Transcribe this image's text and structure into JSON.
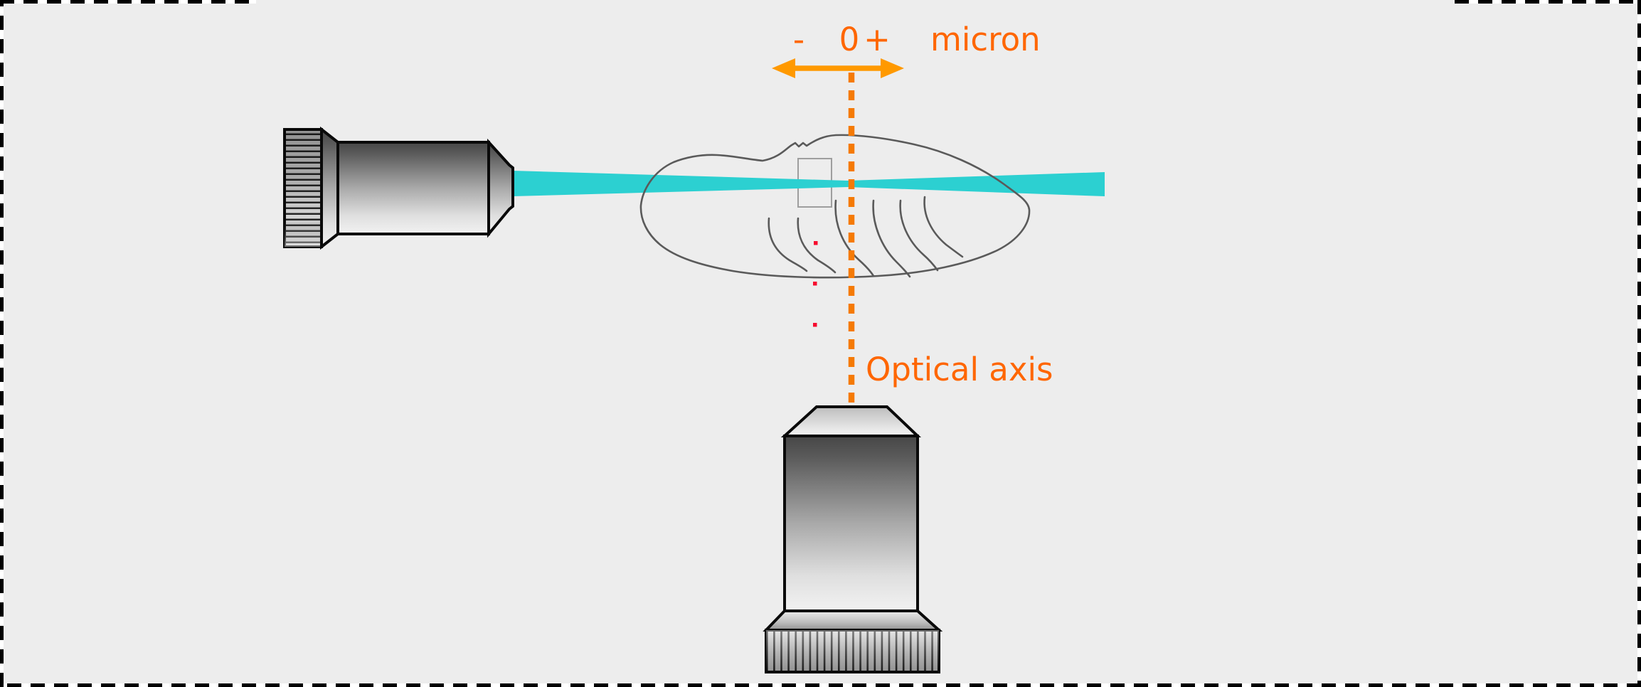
{
  "figure": {
    "scale_bar": {
      "minus": "-",
      "zero": "0",
      "plus": "+",
      "unit": "micron"
    },
    "axis_label": "Optical axis",
    "colors": {
      "background": "#ededed",
      "page": "#ffffff",
      "border_dash": "#000000",
      "light_sheet": "#2cd0d1",
      "scale_arrow": "#ff9900",
      "optical_axis": "#f57a05",
      "labels": "#ff6600",
      "focus_dots": "#f70a2e",
      "specimen_outline": "#5a5a5a",
      "roi_rect": "#9e9e9e",
      "metal_outline": "#0a0a0a"
    },
    "icons": {
      "scale_arrow": "double-headed-arrow",
      "optical_axis": "vertical-dashed-line"
    }
  }
}
